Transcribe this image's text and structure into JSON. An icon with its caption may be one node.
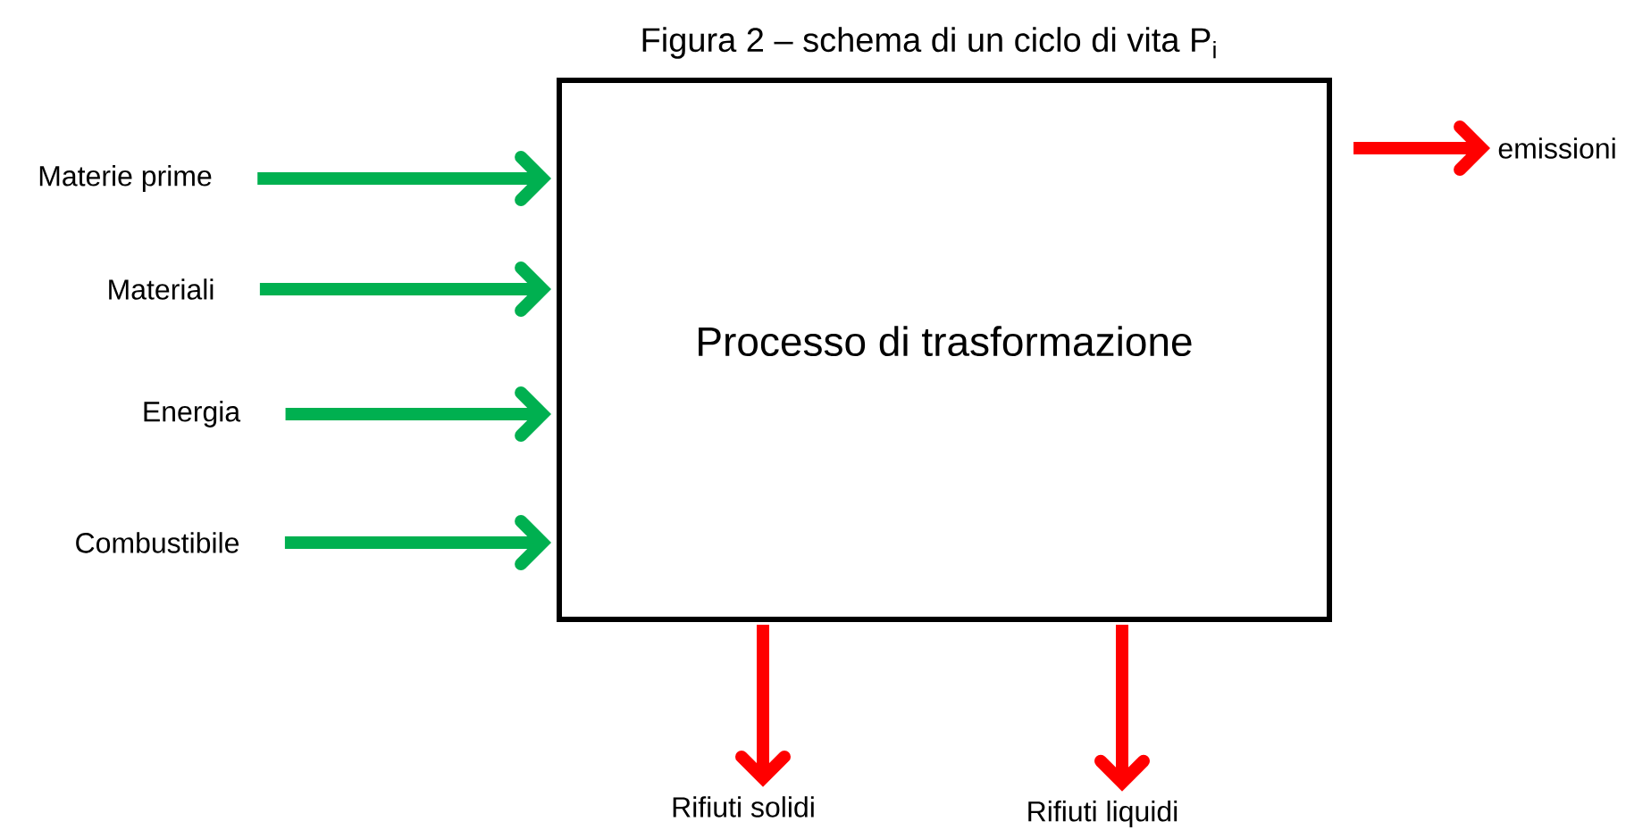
{
  "diagram": {
    "title": "Figura 2 – schema di un ciclo di vita P$_{i}$",
    "nodes": [
      {
        "text": [
          "Processo di trasformazione"
        ]
      },
      {
        "text": [
          "Materie prime"
        ]
      },
      {
        "text": [
          "Materiali"
        ]
      },
      {
        "text": [
          "Energia"
        ]
      },
      {
        "text": [
          "Combustibile"
        ]
      },
      {
        "text": [
          "emissioni"
        ]
      },
      {
        "text": [
          "Rifiuti solidi"
        ]
      },
      {
        "text": [
          "Rifiuti liquidi"
        ]
      }
    ],
    "edges": [
      {
        "from": 1,
        "to": 0,
        "arrow": "to"
      },
      {
        "from": 2,
        "to": 0,
        "arrow": "to"
      },
      {
        "from": 3,
        "to": 0,
        "arrow": "to"
      },
      {
        "from": 4,
        "to": 0,
        "arrow": "to"
      },
      {
        "from": 0,
        "to": 5,
        "arrow": "to",
        "color": "#ff0000"
      },
      {
        "from": 0,
        "to": 6,
        "arrow": "to",
        "color": "#ff0000"
      },
      {
        "from": 0,
        "to": 7,
        "arrow": "to",
        "color": "#ff0000"
      }
    ]
  }
}
